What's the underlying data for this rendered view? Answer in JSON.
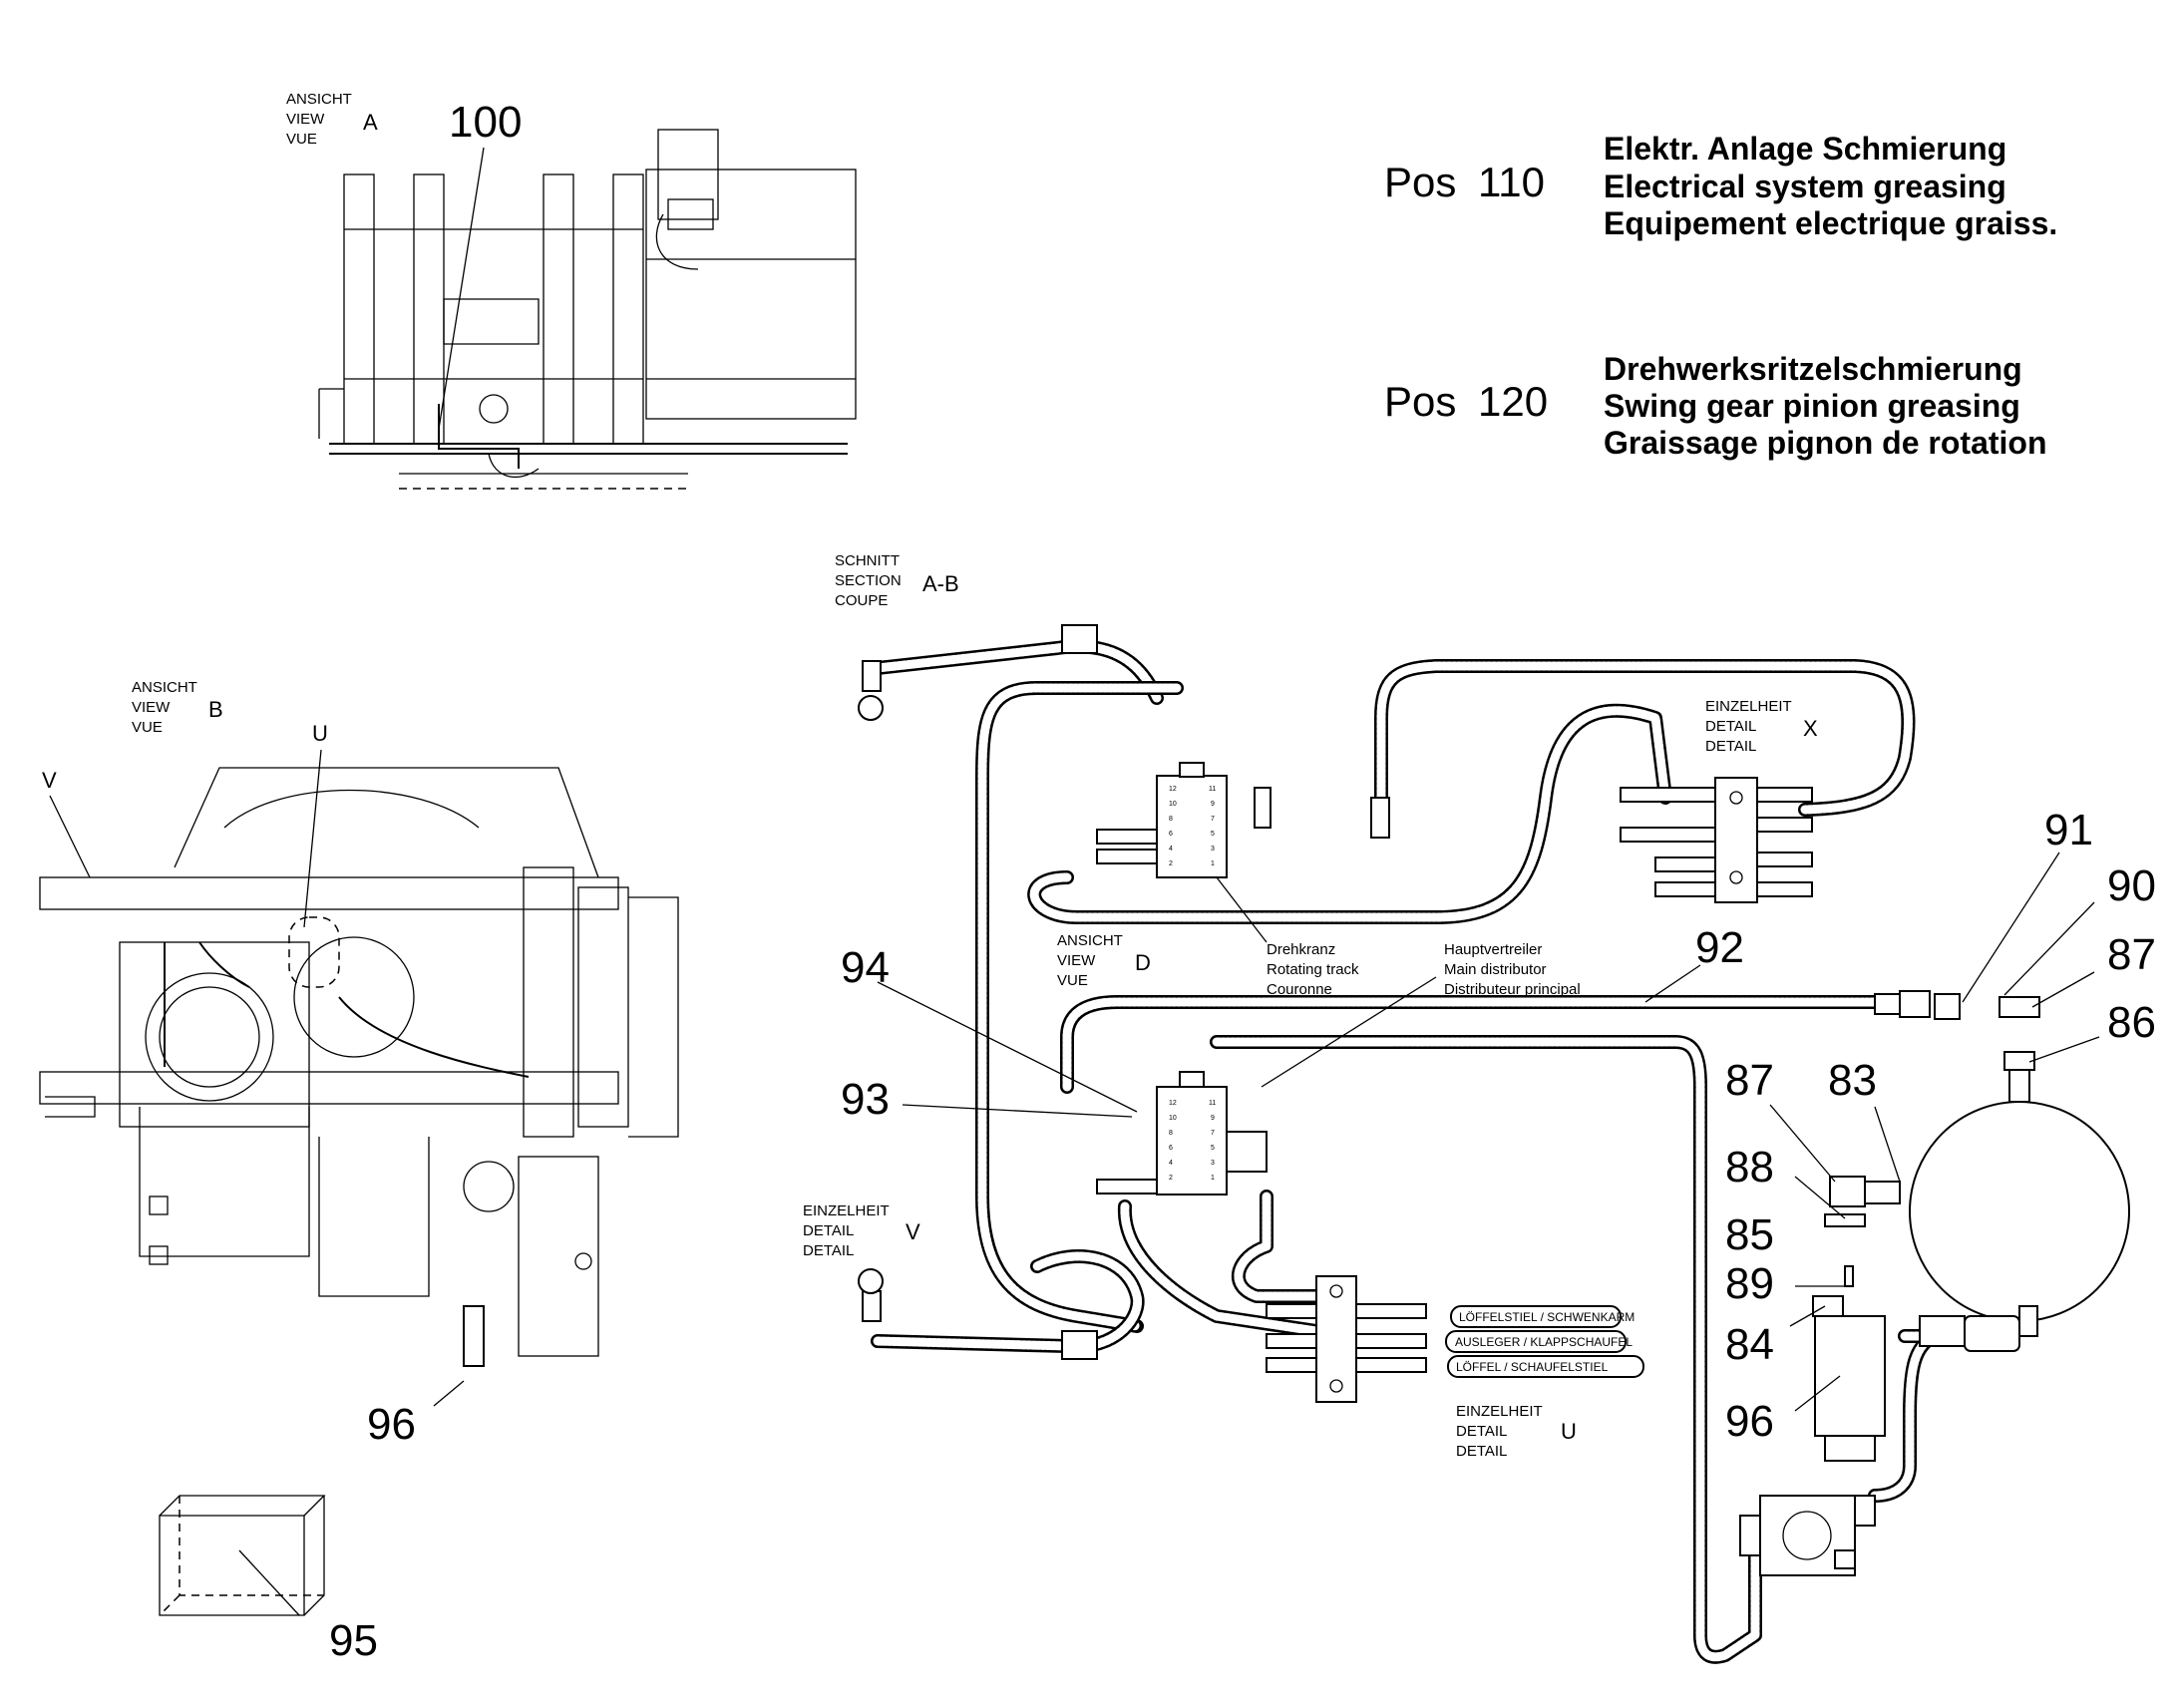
{
  "pos_headers": [
    {
      "pos": "Pos",
      "number": "110",
      "de": "Elektr. Anlage Schmierung",
      "en": "Electrical system greasing",
      "fr": "Equipement electrique graiss."
    },
    {
      "pos": "Pos",
      "number": "120",
      "de": "Drehwerksritzelschmierung",
      "en": "Swing gear pinion greasing",
      "fr": "Graissage pignon de rotation"
    }
  ],
  "views": {
    "a": {
      "de": "ANSICHT",
      "en": "VIEW",
      "fr": "VUE",
      "letter": "A"
    },
    "b": {
      "de": "ANSICHT",
      "en": "VIEW",
      "fr": "VUE",
      "letter": "B"
    },
    "d": {
      "de": "ANSICHT",
      "en": "VIEW",
      "fr": "VUE",
      "letter": "D"
    },
    "section_ab": {
      "de": "SCHNITT",
      "en": "SECTION",
      "fr": "COUPE",
      "letter": "A-B"
    },
    "detail_x": {
      "de": "EINZELHEIT",
      "en": "DETAIL",
      "fr": "DETAIL",
      "letter": "X"
    },
    "detail_v": {
      "de": "EINZELHEIT",
      "en": "DETAIL",
      "fr": "DETAIL",
      "letter": "V"
    },
    "detail_u": {
      "de": "EINZELHEIT",
      "en": "DETAIL",
      "fr": "DETAIL",
      "letter": "U"
    }
  },
  "component_labels": {
    "rotating_track": {
      "de": "Drehkranz",
      "en": "Rotating track",
      "fr": "Couronne"
    },
    "main_distributor": {
      "de": "Hauptvertreiler",
      "en": "Main distributor",
      "fr": "Distributeur principal"
    }
  },
  "detail_u_tags": [
    "LÖFFELSTIEL / SCHWENKARM",
    "AUSLEGER / KLAPPSCHAUFEL",
    "LÖFFEL / SCHAUFELSTIEL"
  ],
  "view_b_markers": {
    "u": "U",
    "v": "V"
  },
  "distributor_ports": [
    "12",
    "11",
    "10",
    "9",
    "8",
    "7",
    "6",
    "5",
    "4",
    "3",
    "2",
    "1"
  ],
  "callouts": {
    "c100": "100",
    "c96a": "96",
    "c95": "95",
    "c94": "94",
    "c93": "93",
    "c92": "92",
    "c91": "91",
    "c90": "90",
    "c87a": "87",
    "c86": "86",
    "c87b": "87",
    "c83": "83",
    "c88": "88",
    "c85": "85",
    "c89": "89",
    "c84": "84",
    "c96b": "96"
  }
}
